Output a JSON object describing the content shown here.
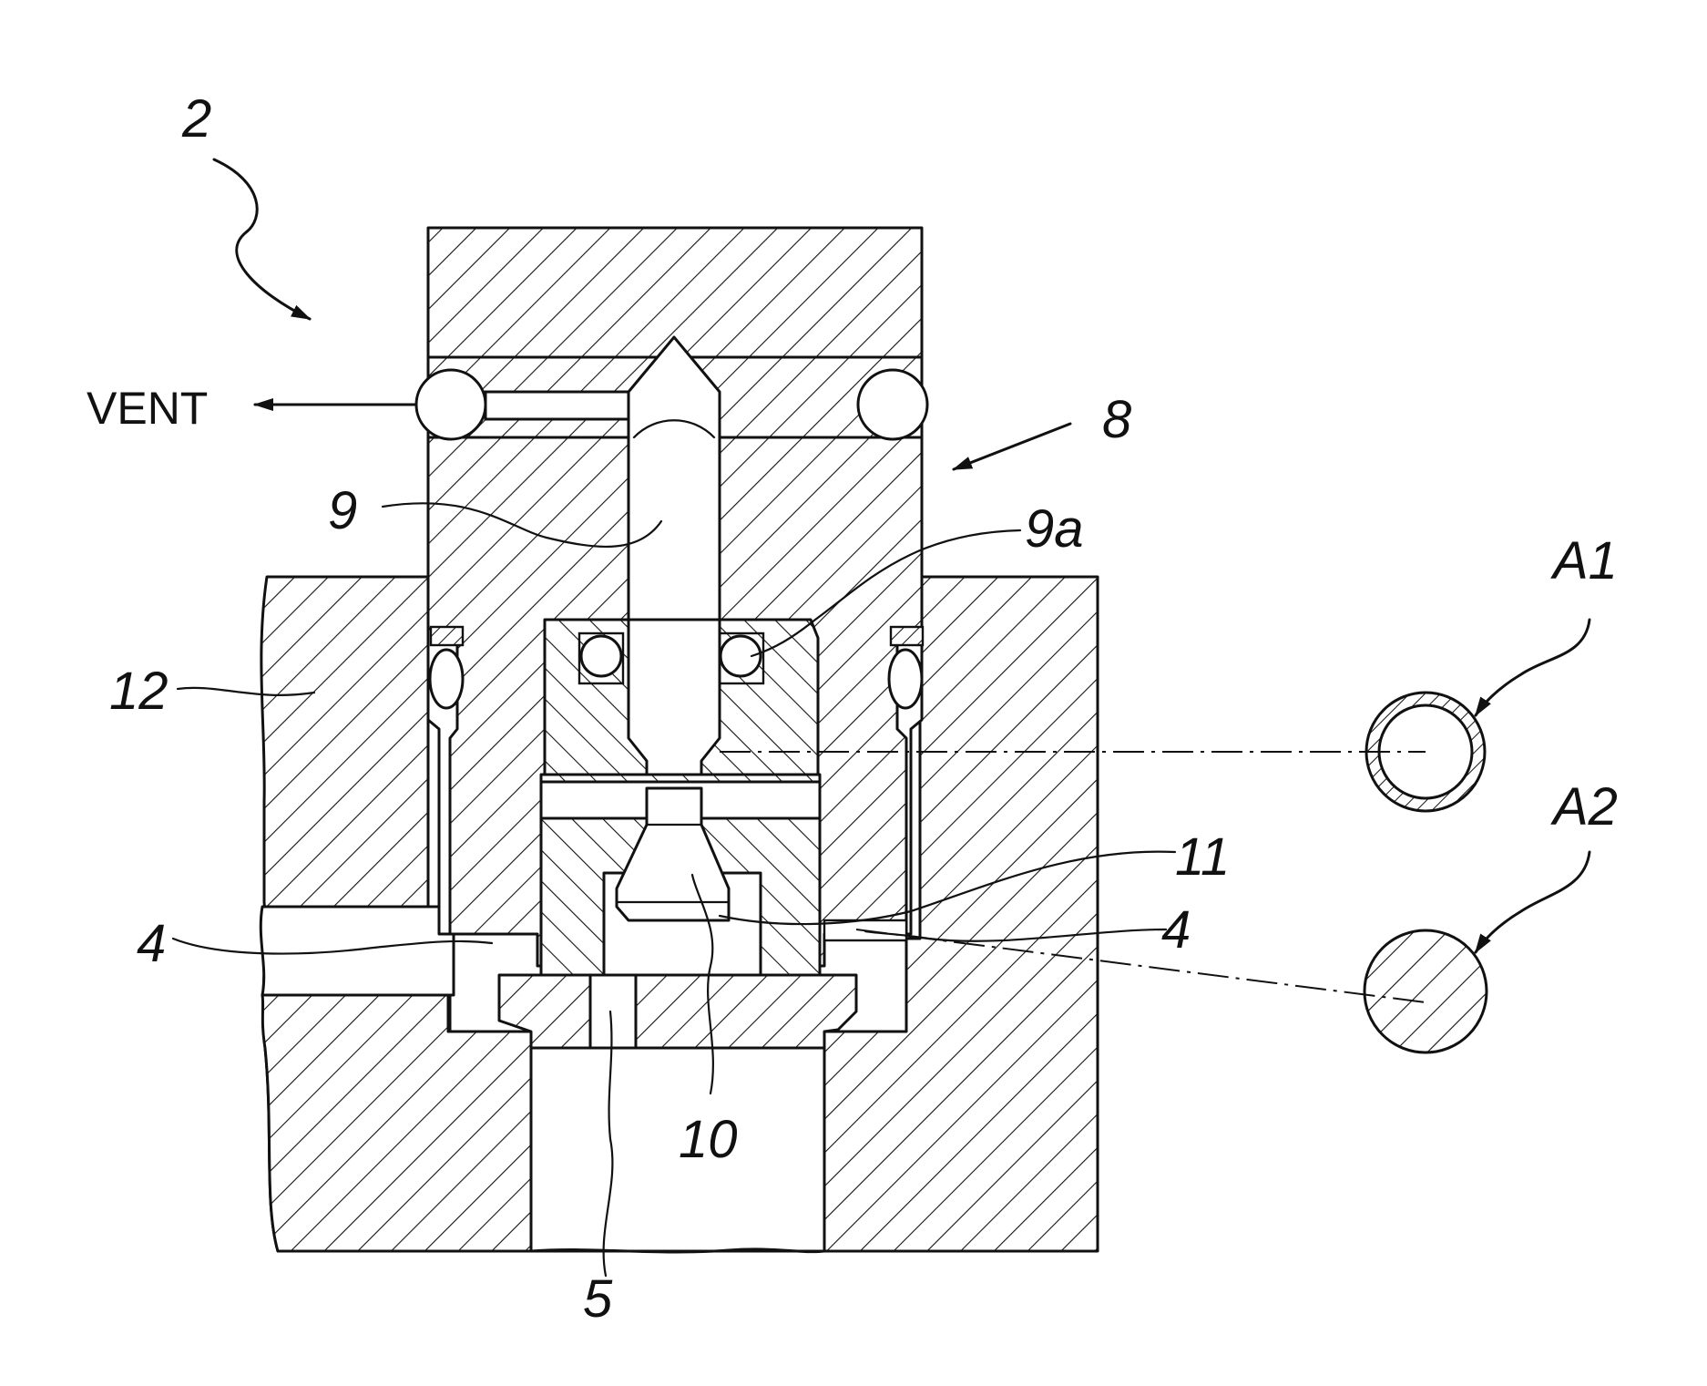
{
  "figure": {
    "labels": {
      "assembly": "2",
      "vent": "VENT",
      "valve_unit": "8",
      "bore": "9",
      "ball": "9a",
      "body": "12",
      "passage_left": "4",
      "passage_right": "4",
      "seat_member": "11",
      "valve_head": "10",
      "inlet": "5",
      "section_a1": "A1",
      "section_a2": "A2"
    },
    "colors": {
      "line": "#111111",
      "background": "#ffffff"
    }
  }
}
